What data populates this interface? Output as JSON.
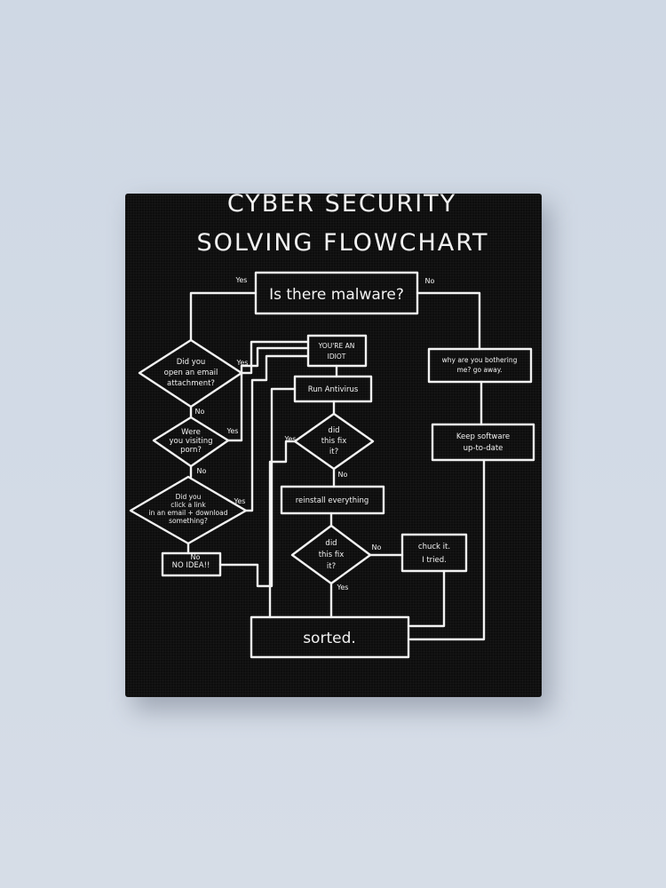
{
  "title": {
    "line1": "CYBER SECURITY",
    "line2": "SOLVING FLOWCHART"
  },
  "nodes": {
    "malware": "Is there malware?",
    "email_attach": [
      "Did you",
      "open an email",
      "attachment?"
    ],
    "porn": [
      "Were",
      "you visiting",
      "porn?"
    ],
    "click_link": [
      "Did you",
      "click a link",
      "in an email + download",
      "something?"
    ],
    "no_idea": "NO IDEA!!",
    "idiot": [
      "YOU'RE AN",
      "IDIOT"
    ],
    "run_antivirus": "Run Antivirus",
    "fix1": [
      "did",
      "this fix",
      "it?"
    ],
    "reinstall": "reinstall everything",
    "fix2": [
      "did",
      "this fix",
      "it?"
    ],
    "chuck": [
      "chuck it.",
      "I tried."
    ],
    "sorted": "sorted.",
    "why": [
      "why are you bothering",
      "me? go away."
    ],
    "keep": [
      "Keep software",
      "up-to-date"
    ]
  },
  "labels": {
    "yes": "Yes",
    "no": "No"
  }
}
